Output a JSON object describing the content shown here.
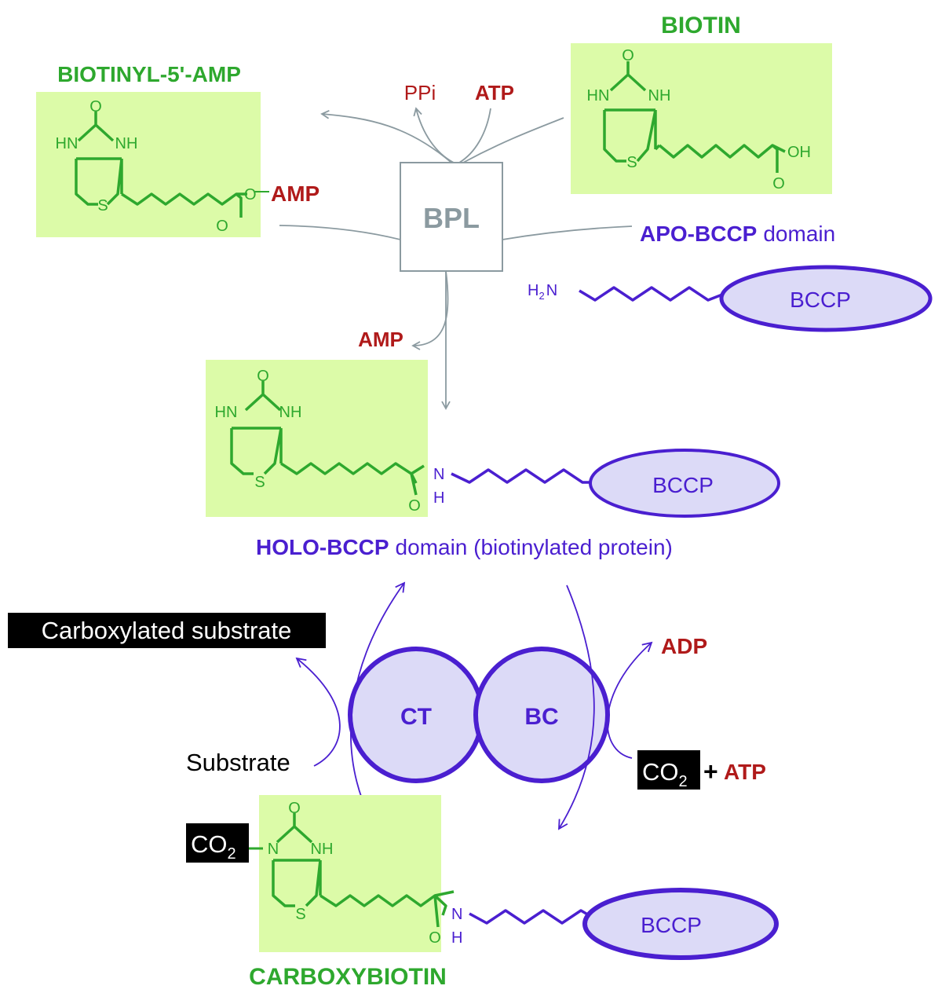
{
  "compounds": {
    "biotin": "BIOTIN",
    "biotinyl_amp": "BIOTINYL-5'-AMP",
    "carboxybiotin": "CARBOXYBIOTIN"
  },
  "enzyme": {
    "bpl": "BPL",
    "ct": "CT",
    "bc": "BC"
  },
  "atoms": {
    "o": "O",
    "hn": "HN",
    "nh": "NH",
    "h": "H",
    "n": "N",
    "s": "S",
    "oh": "OH",
    "o_link": "O",
    "h2n_h": "H",
    "h2n_sub": "2",
    "h2n_n": "N"
  },
  "small_molecules": {
    "ppi": "PPi",
    "atp": "ATP",
    "amp": "AMP",
    "amp_top": "AMP",
    "adp": "ADP",
    "atp_bottom": "ATP",
    "co2_c": "CO",
    "co2_sub": "2",
    "plus": "+"
  },
  "apo": {
    "bold": "APO-BCCP",
    "rest": "domain"
  },
  "holo": {
    "bold": "HOLO-BCCP",
    "rest": "domain (biotinylated protein)"
  },
  "bccp": "BCCP",
  "substrate": "Substrate",
  "carboxylated_substrate": "Carboxylated substrate",
  "colors": {
    "green": "#2ea82e",
    "box_fill": "#dcfba8",
    "blue": "#4a1fd0",
    "ellipse_fill": "#dcdaf7",
    "red": "#b01a1a",
    "gray": "#8b9aa0"
  }
}
